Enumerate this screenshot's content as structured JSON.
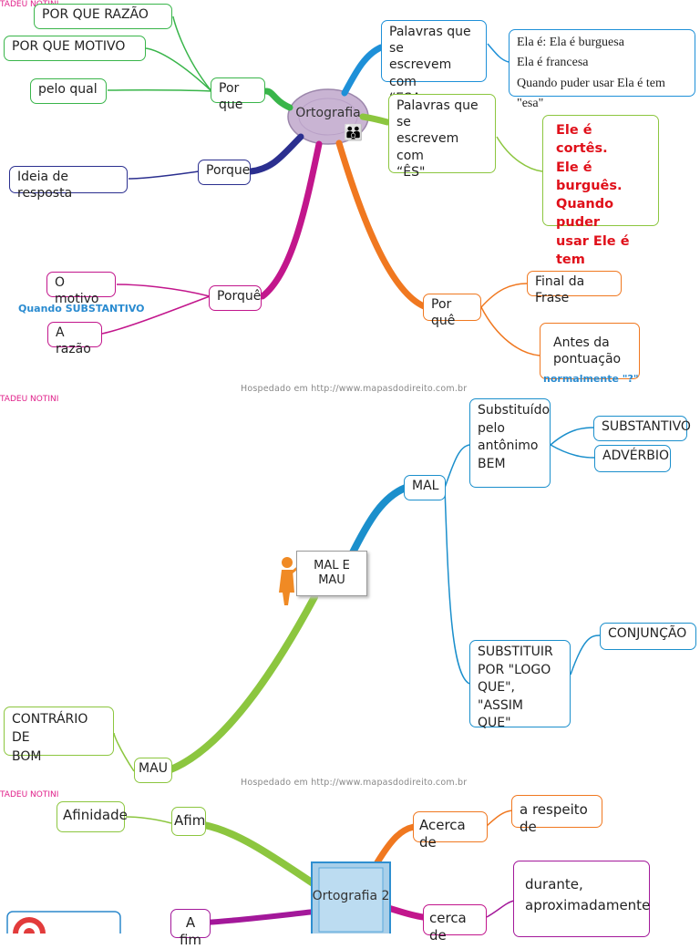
{
  "credit": "TADEU NOTINI",
  "hosted_text": "Hospedado em http://www.mapasdodireito.com.br",
  "map1": {
    "center": "Ortografia",
    "por_que": "Por que",
    "por_que_razao": "POR QUE RAZÃO",
    "por_que_motivo": "POR QUE MOTIVO",
    "pelo_qual": "pelo qual",
    "porque": "Porque",
    "ideia_resposta": "Ideia de resposta",
    "porque_acento": "Porquê",
    "o_motivo": "O motivo",
    "quando_substantivo": "Quando SUBSTANTIVO",
    "a_razao": "A razão",
    "esa_title": "Palavras que se\nescrevem com\n“ESA",
    "esa_examples": "Ela é: Ela é burguesa\nEla é francesa\nQuando puder usar Ela é tem \"esa\"",
    "es_title": "Palavras que se\nescrevem com\n“ÊS\"",
    "es_examples": "Ele é cortês.\nEle é burguês.\nQuando puder\nusar Ele é tem\n\"ês\"",
    "por_que_acento": "Por quê",
    "final_frase": "Final da Frase",
    "antes_pontuacao": "Antes da\npontuação",
    "normalmente": "normalmente \"?\""
  },
  "map2": {
    "center": "MAL E MAU",
    "mal": "MAL",
    "substituido": "Substituído\npelo\nantônimo\nBEM",
    "substantivo": "SUBSTANTIVO",
    "adverbio": "ADVÉRBIO",
    "substituir": "SUBSTITUIR\nPOR \"LOGO\nQUE\", \"ASSIM\nQUE\"",
    "conjuncao": "CONJUNÇÃO",
    "mau": "MAU",
    "contrario": "CONTRÁRIO DE\nBOM"
  },
  "map3": {
    "center": "Ortografia 2",
    "afinidade": "Afinidade",
    "afim": "Afim",
    "a_fim": "A fim",
    "acerca_de": "Acerca de",
    "a_respeito_de": "a respeito de",
    "cerca_de": "cerca de",
    "durante": "durante,\naproximadamente"
  },
  "colors": {
    "green": "#39b54a",
    "blue": "#1e90d8",
    "navy": "#2b2f8f",
    "magenta": "#c2168c",
    "orange": "#f07820",
    "lime": "#8cc63f",
    "light_blue": "#1b8fcc",
    "purple": "#a3189a",
    "red": "#e0101a"
  }
}
